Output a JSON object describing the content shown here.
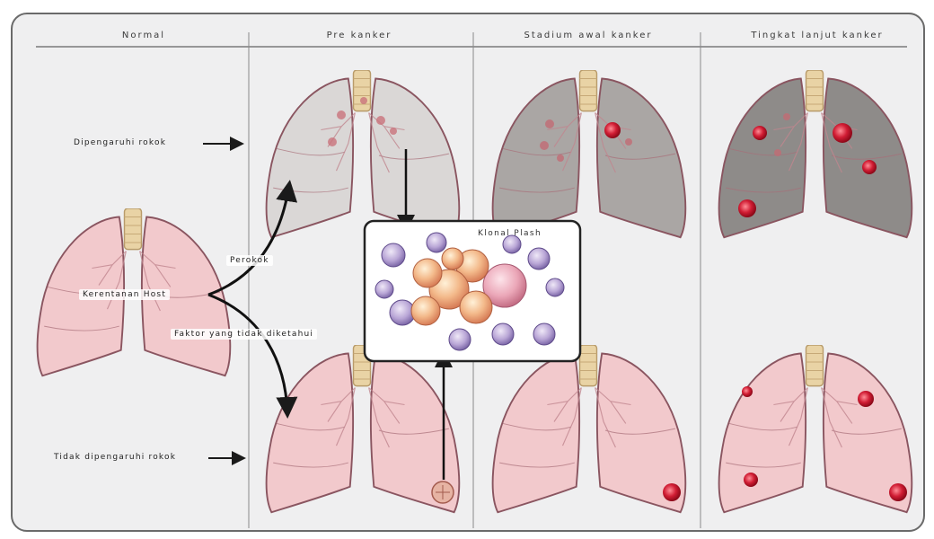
{
  "columns": [
    {
      "id": "normal",
      "label": "Normal"
    },
    {
      "id": "pre",
      "label": "Pre kanker"
    },
    {
      "id": "early",
      "label": "Stadium awal kanker"
    },
    {
      "id": "late",
      "label": "Tingkat lanjut kanker"
    }
  ],
  "rows": {
    "smoke_label": "Dipengaruhi rokok",
    "nosmoke_label": "Tidak dipengaruhi rokok"
  },
  "factors": {
    "host": "Kerentanan Host",
    "smoker": "Perokok",
    "unknown": "Faktor yang tidak diketahui"
  },
  "inset": {
    "title": "Klonal Plash"
  },
  "colors": {
    "frame_bg": "#efeff0",
    "lung_healthy": "#f2c9cc",
    "lung_grey_light": "#d8d6d6",
    "lung_grey_mid": "#a9a6a5",
    "lung_grey_dark": "#8d8a88",
    "tumor": "#c41730",
    "trachea": "#e9d3a5"
  }
}
